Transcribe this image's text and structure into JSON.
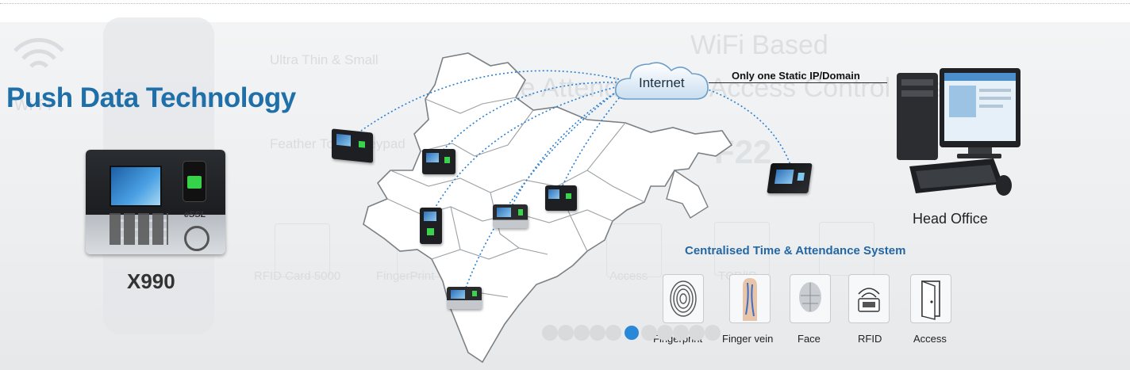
{
  "banner": {
    "title": "Push Data Technology",
    "product_model": "X990",
    "product_brand": "eSSL",
    "cloud_label": "Internet",
    "static_ip_label": "Only one Static IP/Domain",
    "head_office_label": "Head Office",
    "central_system_label": "Centralised Time & Attendance System",
    "features": [
      {
        "label": "Fingerprint",
        "icon": "fingerprint-icon"
      },
      {
        "label": "Finger vein",
        "icon": "finger-vein-icon"
      },
      {
        "label": "Face",
        "icon": "face-icon"
      },
      {
        "label": "RFID",
        "icon": "rfid-icon"
      },
      {
        "label": "Access",
        "icon": "door-icon"
      }
    ]
  },
  "background_text": {
    "wifi": "Wi-Fi",
    "ultra_thin": "Ultra Thin & Small",
    "feather_touch": "Feather Touch Keypad",
    "wifi_based": "WiFi Based",
    "attendance_access": "Time Attendance & Access Control System",
    "model_f22": "F22",
    "rfid_card": "RFID Card 5000",
    "fingerprint": "FingerPrint",
    "access": "Access",
    "tcp": "TCP/IP"
  },
  "slider": {
    "total_slides": 11,
    "active_slide": 6
  },
  "colors": {
    "title_blue": "#1f6fa9",
    "central_blue": "#2467a3",
    "link_dots": "#2a7fd0",
    "active_dot": "#2a88d8",
    "inactive_dot": "#d8dadc"
  }
}
